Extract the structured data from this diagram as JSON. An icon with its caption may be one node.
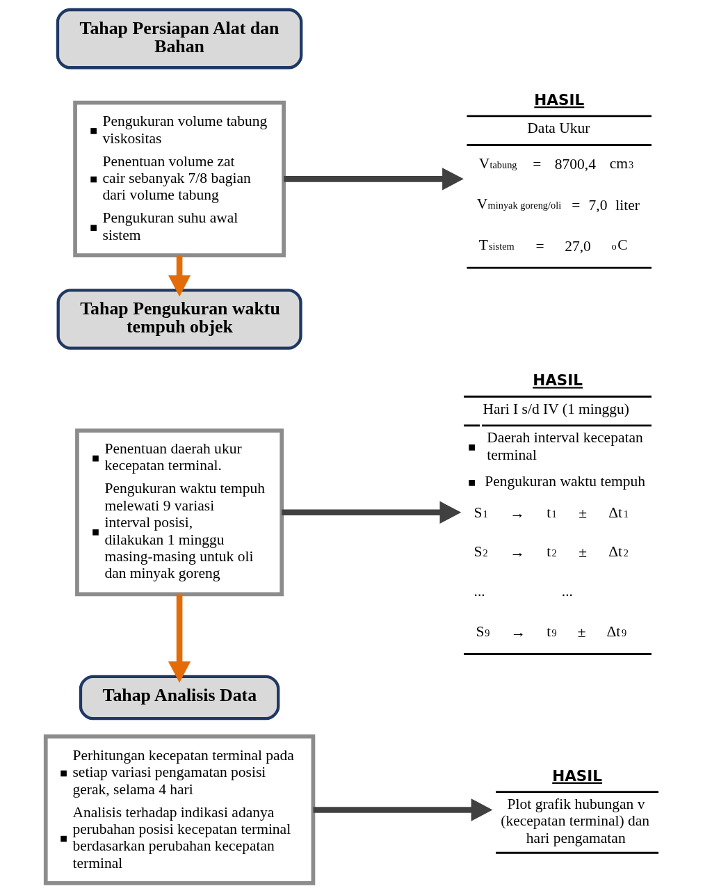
{
  "diagram": {
    "nodes": [
      {
        "text": [
          "Tahap Persiapan Alat dan Bahan"
        ]
      },
      {
        "text": [
          "Pengukuran volume tabung viskositas",
          "Penentuan volume zat cair sebanyak 7/8 bagian dari volume tabung",
          "Pengukuran suhu awal sistem"
        ]
      },
      {
        "text": [
          "HASIL",
          "Data Ukur",
          "V$_{tabung}$ = 8700,4 cm$^{3}$",
          "V$_{minyak goreng/oli}$ = 7,0 liter",
          "T$_{sistem}$ = 27,0 $^{o}$C"
        ]
      },
      {
        "text": [
          "Tahap Pengukuran waktu tempuh objek"
        ]
      },
      {
        "text": [
          "Penentuan daerah ukur kecepatan terminal.",
          "Pengukuran waktu tempuh melewati 9 variasi interval posisi, dilakukan 1 minggu masing-masing untuk oli dan minyak goreng"
        ]
      },
      {
        "text": [
          "HASIL",
          "Hari I s/d IV (1 minggu)",
          "Daerah interval kecepatan terminal",
          "Pengukuran waktu tempuh",
          "S$_{1}$ → t$_{1}$ ± Δt$_{1}$",
          "S$_{2}$ → t$_{2}$ ± Δt$_{2}$",
          "... ...",
          "S$_{9}$ → t$_{9}$ ± Δt$_{9}$"
        ]
      },
      {
        "text": [
          "Tahap Analisis Data"
        ]
      },
      {
        "text": [
          "Perhitungan kecepatan terminal pada setiap variasi pengamatan posisi gerak, selama 4 hari",
          "Analisis terhadap indikasi adanya perubahan posisi kecepatan terminal berdasarkan perubahan kecepatan terminal"
        ]
      },
      {
        "text": [
          "HASIL",
          "Plot grafik hubungan v (kecepatan terminal) dan hari pengamatan"
        ]
      }
    ],
    "edges": [
      {
        "from": 1,
        "to": 2,
        "arrow": "to"
      },
      {
        "from": 1,
        "to": 3,
        "arrow": "to",
        "color": "#e36c09"
      },
      {
        "from": 4,
        "to": 5,
        "arrow": "to"
      },
      {
        "from": 4,
        "to": 6,
        "arrow": "to",
        "color": "#e36c09"
      },
      {
        "from": 7,
        "to": 8,
        "arrow": "to"
      }
    ]
  }
}
